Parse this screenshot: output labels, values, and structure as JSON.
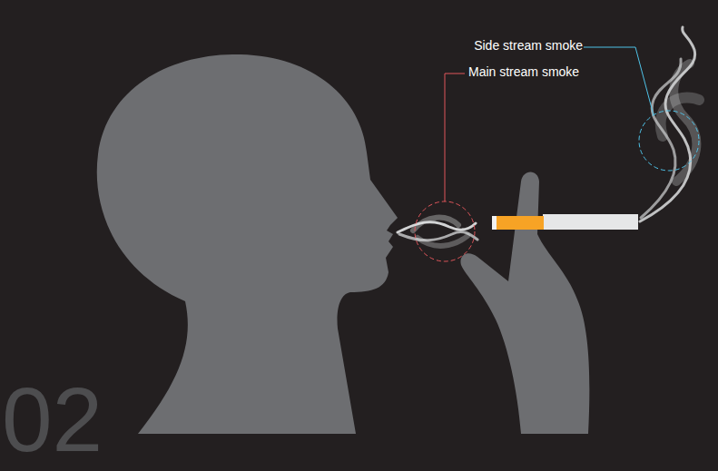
{
  "diagram": {
    "labels": [
      "Side stream smoke",
      "Main stream smoke",
      "02"
    ]
  }
}
